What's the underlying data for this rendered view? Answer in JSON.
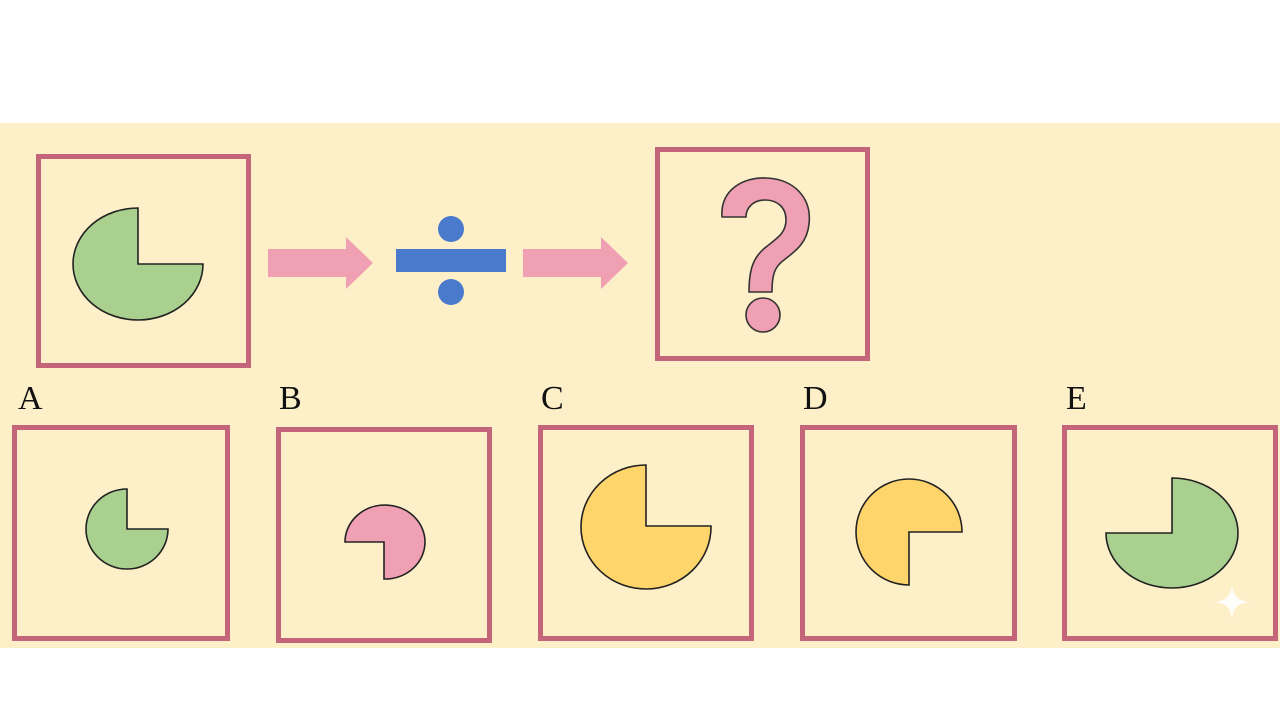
{
  "puzzle": {
    "operator": "divide-sign",
    "question_mark": "?",
    "question_icon": "question-mark-icon",
    "arrow_icon": "right-arrow-icon",
    "source_shape": {
      "shape": "three-quarter-circle",
      "fill": "#a9d08e",
      "missing_quadrant": "top-right"
    }
  },
  "options": [
    {
      "label": "A",
      "shape": "three-quarter-circle",
      "fill": "#a9d08e",
      "missing_quadrant": "top-right",
      "size": "small"
    },
    {
      "label": "B",
      "shape": "three-quarter-circle",
      "fill": "#f0a0b3",
      "missing_quadrant": "bottom-left",
      "size": "small"
    },
    {
      "label": "C",
      "shape": "three-quarter-circle",
      "fill": "#fdd56a",
      "missing_quadrant": "top-right",
      "size": "large"
    },
    {
      "label": "D",
      "shape": "three-quarter-circle",
      "fill": "#fdd56a",
      "missing_quadrant": "bottom-right",
      "size": "medium"
    },
    {
      "label": "E",
      "shape": "three-quarter-circle",
      "fill": "#a9d08e",
      "missing_quadrant": "top-left",
      "size": "large"
    }
  ],
  "colors": {
    "background": "#fdf0c8",
    "frame": "#c4657a",
    "arrow": "#f0a0b3",
    "operator": "#4a7acb",
    "question": "#f0a0b3",
    "green": "#a9d08e",
    "pink": "#f0a0b3",
    "yellow": "#fdd56a"
  }
}
